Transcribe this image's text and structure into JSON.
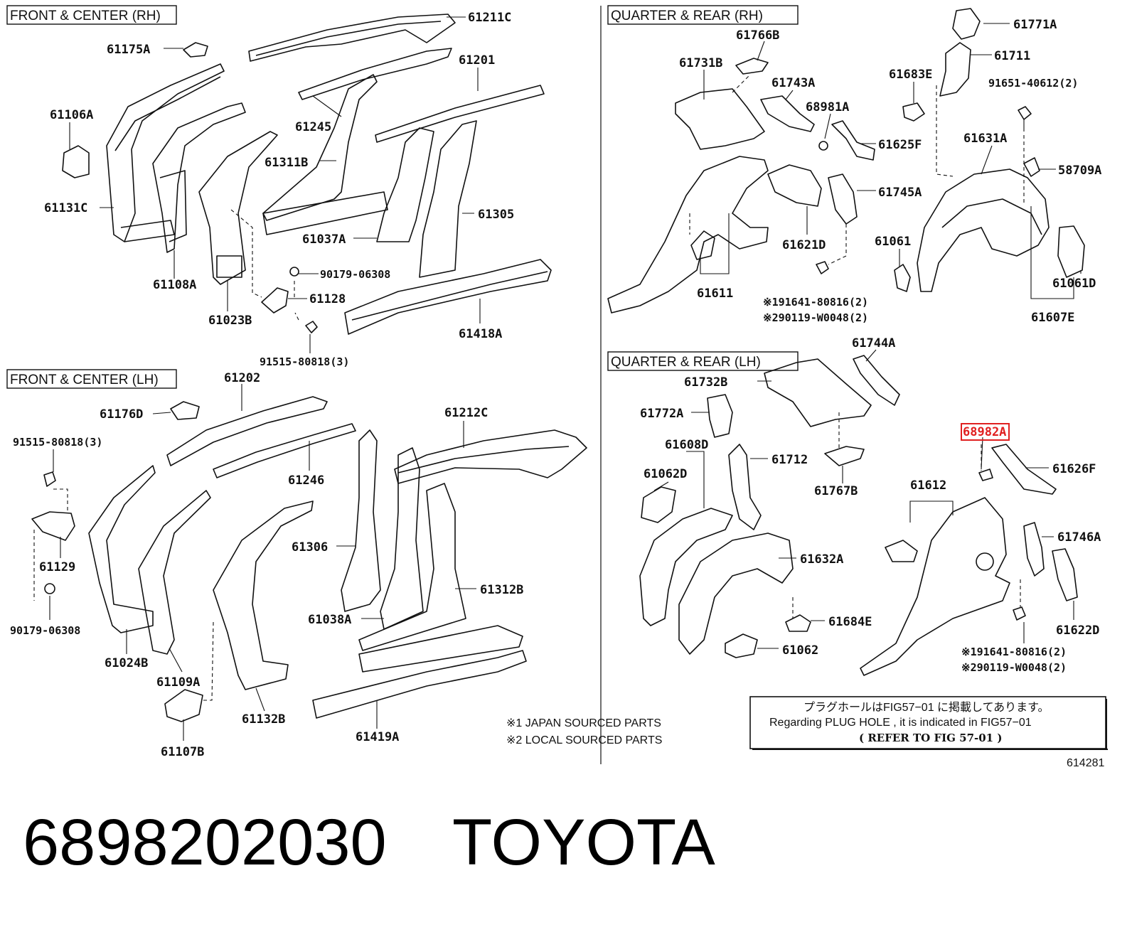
{
  "sections": {
    "front_rh": "FRONT & CENTER (RH)",
    "front_lh": "FRONT & CENTER (LH)",
    "quarter_rh": "QUARTER  &  REAR (RH)",
    "quarter_lh": "QUARTER  &  REAR (LH)"
  },
  "parts": {
    "p61211C": "61211C",
    "p61175A": "61175A",
    "p61201": "61201",
    "p61106A": "61106A",
    "p61245": "61245",
    "p61311B": "61311B",
    "p61131C": "61131C",
    "p61305": "61305",
    "p61037A": "61037A",
    "p61108A": "61108A",
    "p90179_06308_a": "90179-06308",
    "p61128": "61128",
    "p61023B": "61023B",
    "p61418A": "61418A",
    "p91515_80818_a": "91515-80818(3)",
    "p61202": "61202",
    "p61176D": "61176D",
    "p61212C": "61212C",
    "p91515_80818_b": "91515-80818(3)",
    "p61246": "61246",
    "p61129": "61129",
    "p61306": "61306",
    "p61312B": "61312B",
    "p90179_06308_b": "90179-06308",
    "p61024B": "61024B",
    "p61038A": "61038A",
    "p61109A": "61109A",
    "p61132B": "61132B",
    "p61419A": "61419A",
    "p61107B": "61107B",
    "p61766B": "61766B",
    "p61731B": "61731B",
    "p61743A": "61743A",
    "p68981A": "68981A",
    "p61625F": "61625F",
    "p61745A": "61745A",
    "p61621D": "61621D",
    "p61611": "61611",
    "p91641_80816_a": "※191641-80816(2)",
    "p90119_W0048_a": "※290119-W0048(2)",
    "p61771A": "61771A",
    "p61711": "61711",
    "p61683E": "61683E",
    "p91651_40612": "91651-40612(2)",
    "p61631A": "61631A",
    "p58709A": "58709A",
    "p61061": "61061",
    "p61061D": "61061D",
    "p61607E": "61607E",
    "p61744A": "61744A",
    "p61732B": "61732B",
    "p61772A": "61772A",
    "p68982A": "68982A",
    "p61608D": "61608D",
    "p61712": "61712",
    "p61626F": "61626F",
    "p61062D": "61062D",
    "p61767B": "61767B",
    "p61612": "61612",
    "p61746A": "61746A",
    "p61632A": "61632A",
    "p61684E": "61684E",
    "p61622D": "61622D",
    "p61062": "61062",
    "p91641_80816_b": "※191641-80816(2)",
    "p90119_W0048_b": "※290119-W0048(2)"
  },
  "legend": {
    "japan": "※1 JAPAN SOURCED PARTS",
    "local": "※2 LOCAL SOURCED PARTS"
  },
  "note": {
    "line1": "プラグホールはFIG57−01 に掲載してあります。",
    "line2": "Regarding  PLUG HOLE , it is  indicated  in  FIG57−01",
    "line3": "(   REFER TO FIG 57-01 )"
  },
  "figure_number": "614281",
  "highlight_color": "#e02020",
  "footer": {
    "part_number": "6898202030",
    "brand": "TOYOTA"
  }
}
